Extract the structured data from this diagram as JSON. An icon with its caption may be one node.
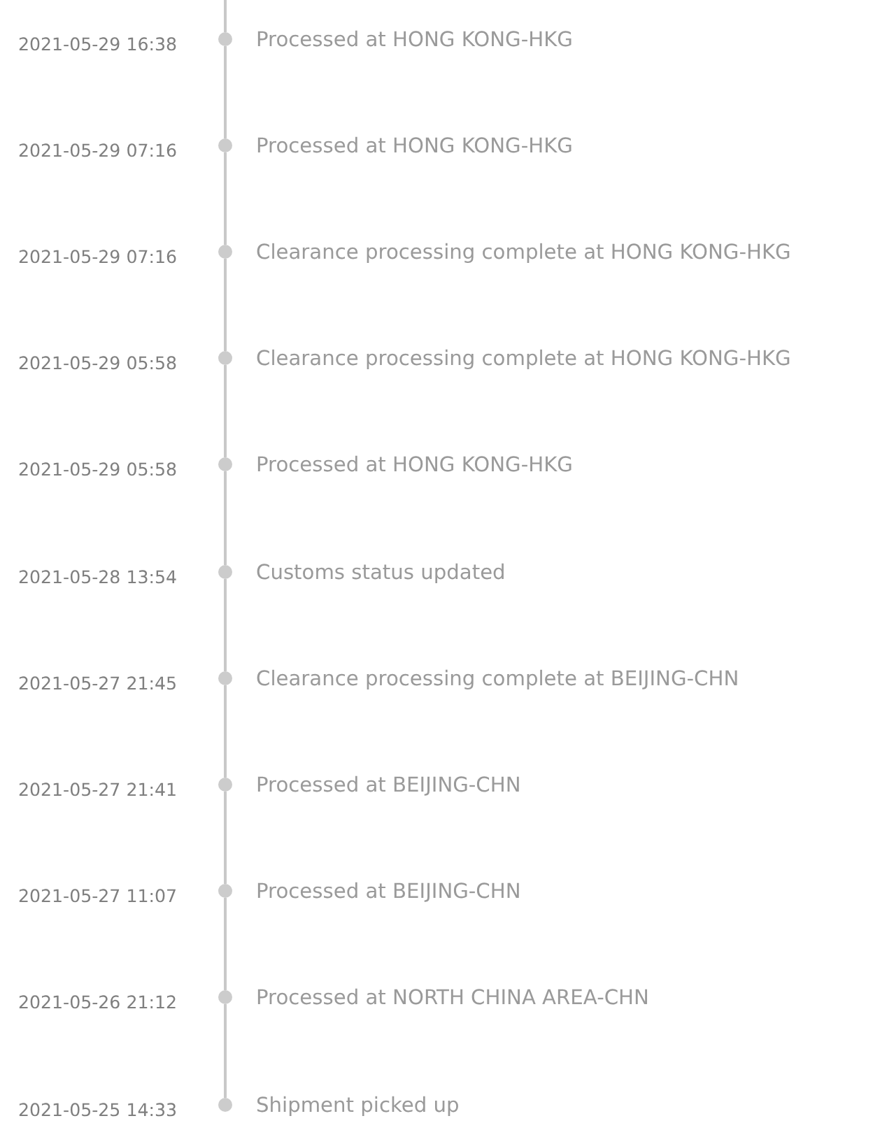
{
  "diagram": {
    "nodes": [
      {
        "text": [],
        "shape": "circle",
        "beside": [
          "2021-05-29 16:38",
          "Processed at HONG KONG-HKG"
        ]
      },
      {
        "text": [],
        "shape": "circle",
        "beside": [
          "2021-05-29 07:16",
          "Processed at HONG KONG-HKG"
        ]
      },
      {
        "text": [],
        "shape": "circle",
        "beside": [
          "2021-05-29 07:16",
          "Clearance processing complete at HONG KONG-HKG"
        ]
      },
      {
        "text": [],
        "shape": "circle",
        "beside": [
          "2021-05-29 05:58",
          "Clearance processing complete at HONG KONG-HKG"
        ]
      },
      {
        "text": [],
        "shape": "circle",
        "beside": [
          "2021-05-29 05:58",
          "Processed at HONG KONG-HKG"
        ]
      },
      {
        "text": [],
        "shape": "circle",
        "beside": [
          "2021-05-28 13:54",
          "Customs status updated"
        ]
      },
      {
        "text": [],
        "shape": "circle",
        "beside": [
          "2021-05-27 21:45",
          "Clearance processing complete at BEIJING-CHN"
        ]
      },
      {
        "text": [],
        "shape": "circle",
        "beside": [
          "2021-05-27 21:41",
          "Processed at BEIJING-CHN"
        ]
      },
      {
        "text": [],
        "shape": "circle",
        "beside": [
          "2021-05-27 11:07",
          "Processed at BEIJING-CHN"
        ]
      },
      {
        "text": [],
        "shape": "circle",
        "beside": [
          "2021-05-26 21:12",
          "Processed at NORTH CHINA AREA-CHN"
        ]
      },
      {
        "text": [],
        "shape": "circle",
        "beside": [
          "2021-05-25 14:33",
          "Shipment picked up"
        ]
      }
    ],
    "edges": [
      {
        "from": null,
        "to": 0,
        "arrow": "none"
      },
      {
        "from": 0,
        "to": 1,
        "arrow": "none"
      },
      {
        "from": 1,
        "to": 2,
        "arrow": "none"
      },
      {
        "from": 2,
        "to": 3,
        "arrow": "none"
      },
      {
        "from": 3,
        "to": 4,
        "arrow": "none"
      },
      {
        "from": 4,
        "to": 5,
        "arrow": "none"
      },
      {
        "from": 5,
        "to": 6,
        "arrow": "none"
      },
      {
        "from": 6,
        "to": 7,
        "arrow": "none"
      },
      {
        "from": 7,
        "to": 8,
        "arrow": "none"
      },
      {
        "from": 8,
        "to": 9,
        "arrow": "none"
      },
      {
        "from": 9,
        "to": 10,
        "arrow": "none"
      }
    ]
  }
}
